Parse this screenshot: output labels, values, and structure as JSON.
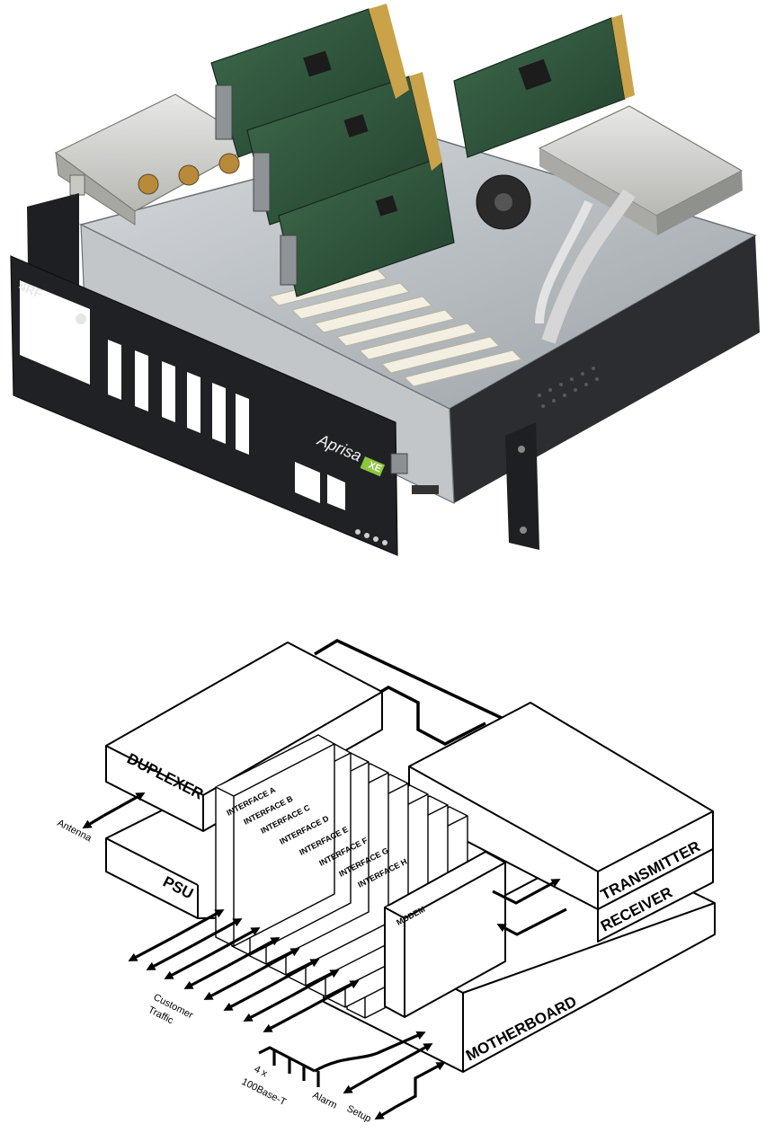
{
  "photo": {
    "brand_logo": "4RF",
    "product_name": "Aprisa",
    "product_badge": "XE"
  },
  "diagram": {
    "duplexer": "DUPLEXER",
    "psu": "PSU",
    "transmitter": "TRANSMITTER",
    "receiver": "RECEIVER",
    "motherboard": "MOTHERBOARD",
    "modem": "MODEM",
    "interfaces": [
      "INTERFACE A",
      "INTERFACE B",
      "INTERFACE C",
      "INTERFACE D",
      "INTERFACE E",
      "INTERFACE F",
      "INTERFACE G",
      "INTERFACE H"
    ],
    "antenna": "Antenna",
    "customer_traffic_line1": "Customer",
    "customer_traffic_line2": "Traffic",
    "ethernet_line1": "4 x",
    "ethernet_line2": "100Base-T",
    "alarm": "Alarm",
    "setup": "Setup"
  }
}
